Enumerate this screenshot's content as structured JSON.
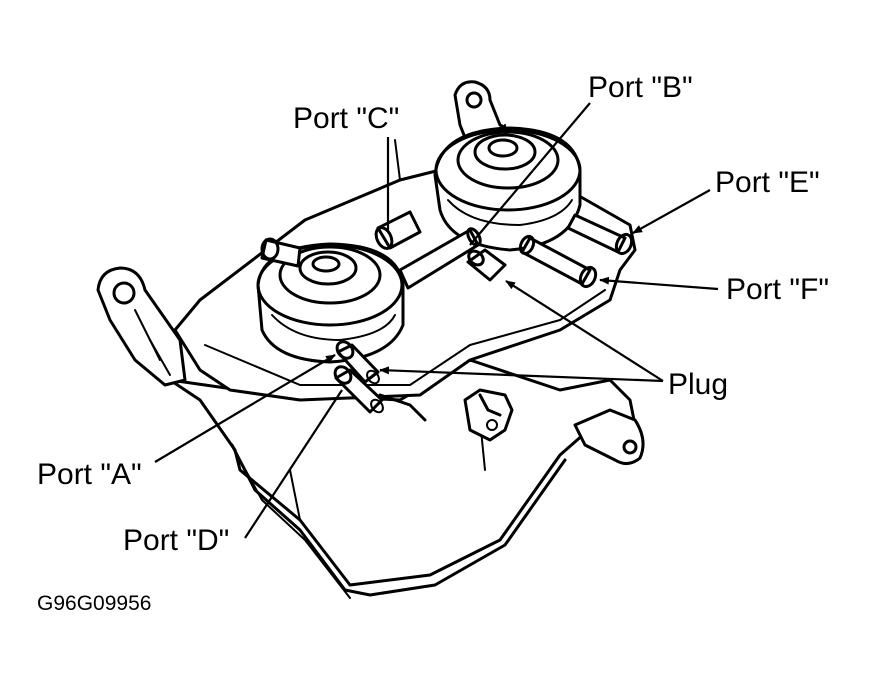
{
  "labels": {
    "port_a": "Port \"A\"",
    "port_b": "Port \"B\"",
    "port_c": "Port \"C\"",
    "port_d": "Port \"D\"",
    "port_e": "Port \"E\"",
    "port_f": "Port \"F\"",
    "plug": "Plug"
  },
  "figure_code": "G96G09956",
  "colors": {
    "ink": "#000000",
    "paper": "#ffffff"
  }
}
